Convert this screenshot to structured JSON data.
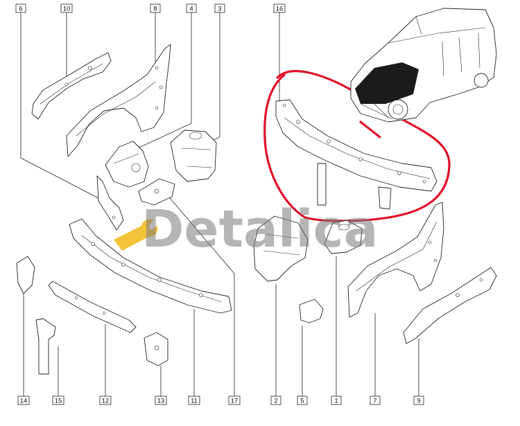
{
  "callouts": {
    "c6": "6",
    "c10": "10",
    "c8": "8",
    "c4": "4",
    "c3": "3",
    "c16": "16",
    "c14": "14",
    "c15": "15",
    "c12": "12",
    "c13": "13",
    "c11": "11",
    "c17": "17",
    "c2": "2",
    "c5": "5",
    "c1": "1",
    "c7": "7",
    "c9": "9"
  },
  "watermark": {
    "text": "Detalica"
  },
  "colors": {
    "highlight": "#e0102a",
    "line": "#222222",
    "watermark": "#7a7a7a",
    "wrench": "#f3c33a"
  }
}
